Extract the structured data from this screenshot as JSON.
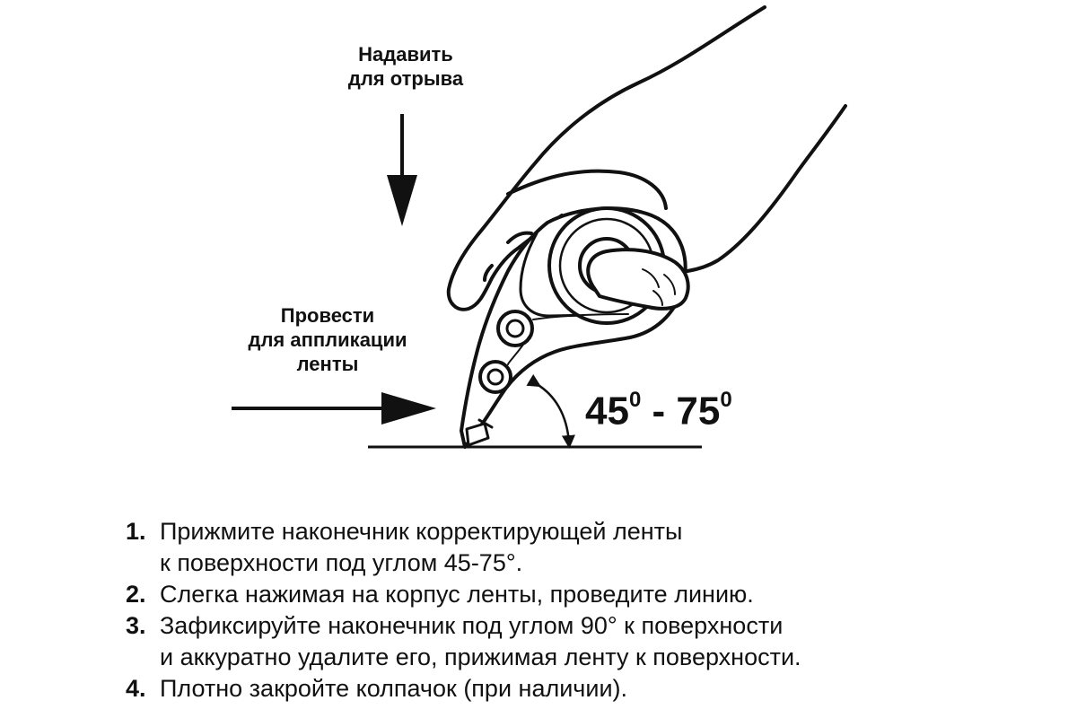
{
  "labels": {
    "press_line1": "Надавить",
    "press_line2": "для отрыва",
    "swipe_line1": "Провести",
    "swipe_line2": "для аппликации",
    "swipe_line3": "ленты",
    "angle_from": "45",
    "angle_from_sup": "0",
    "angle_separator": " - ",
    "angle_to": "75",
    "angle_to_sup": "0"
  },
  "steps": [
    {
      "number": "1.",
      "text": "Прижмите наконечник корректирующей ленты\nк поверхности под углом 45-75°."
    },
    {
      "number": "2.",
      "text": "Слегка нажимая на корпус ленты, проведите линию."
    },
    {
      "number": "3.",
      "text": "Зафиксируйте наконечник под углом 90° к поверхности\nи аккуратно удалите его, прижимая ленту к поверхности."
    },
    {
      "number": "4.",
      "text": "Плотно закройте колпачок (при наличии)."
    }
  ],
  "icons": {
    "hand": "hand-icon",
    "tape_dispenser": "correction-tape-icon",
    "down_arrow": "down-arrow-icon",
    "right_arrow": "right-arrow-icon",
    "angle_arc": "angle-arc-icon"
  }
}
